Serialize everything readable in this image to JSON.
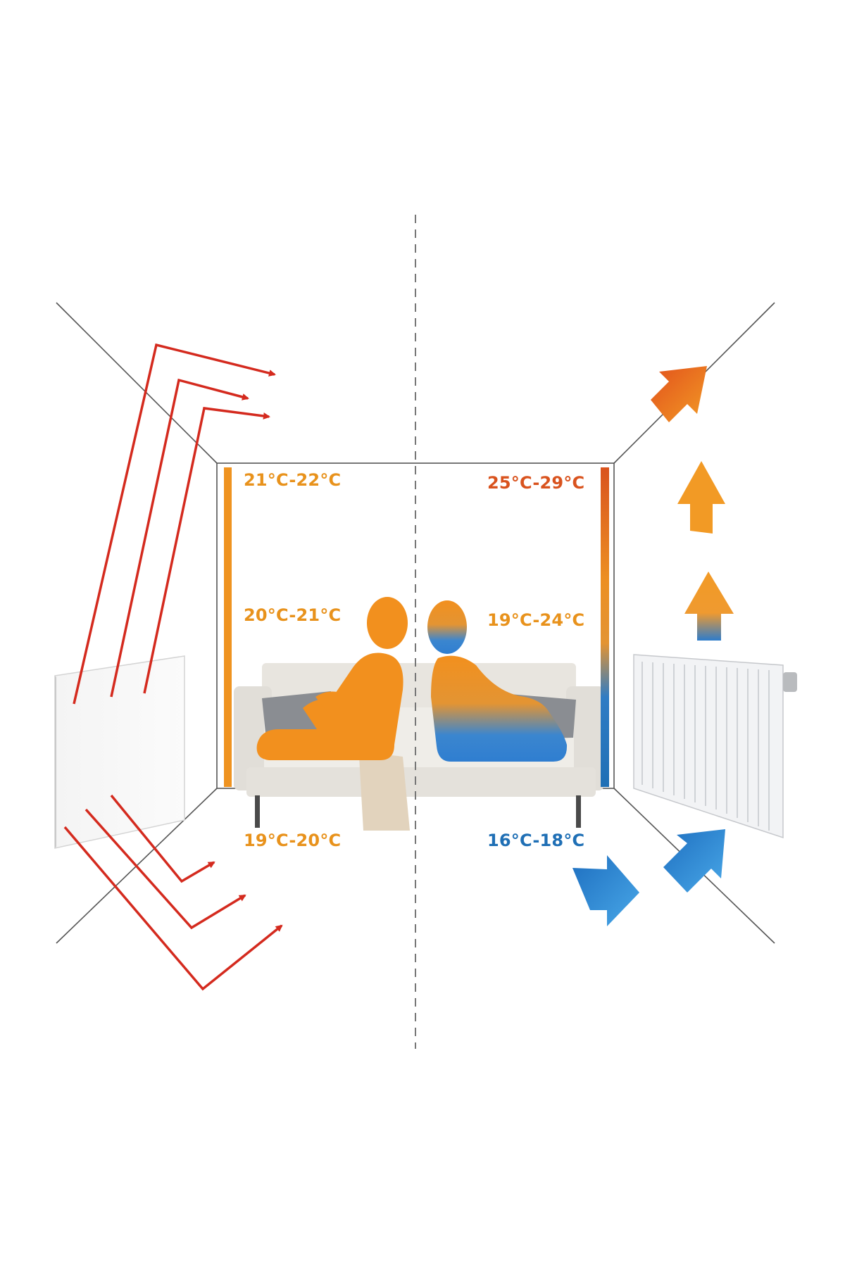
{
  "labels": {
    "infrared_top": "21°C-22°C",
    "infrared_middle": "20°C-21°C",
    "infrared_bottom": "19°C-20°C",
    "convector_top": "25°C-29°C",
    "convector_middle": "19°C-24°C",
    "convector_bottom": "16°C-18°C"
  },
  "colors": {
    "infrared_text": "#e8921c",
    "convector_hot": "#d9531e",
    "convector_warm": "#e8921c",
    "convector_cold": "#1f6fb5",
    "radiation_arrow": "#d42a1e",
    "room_lines": "#555555"
  }
}
